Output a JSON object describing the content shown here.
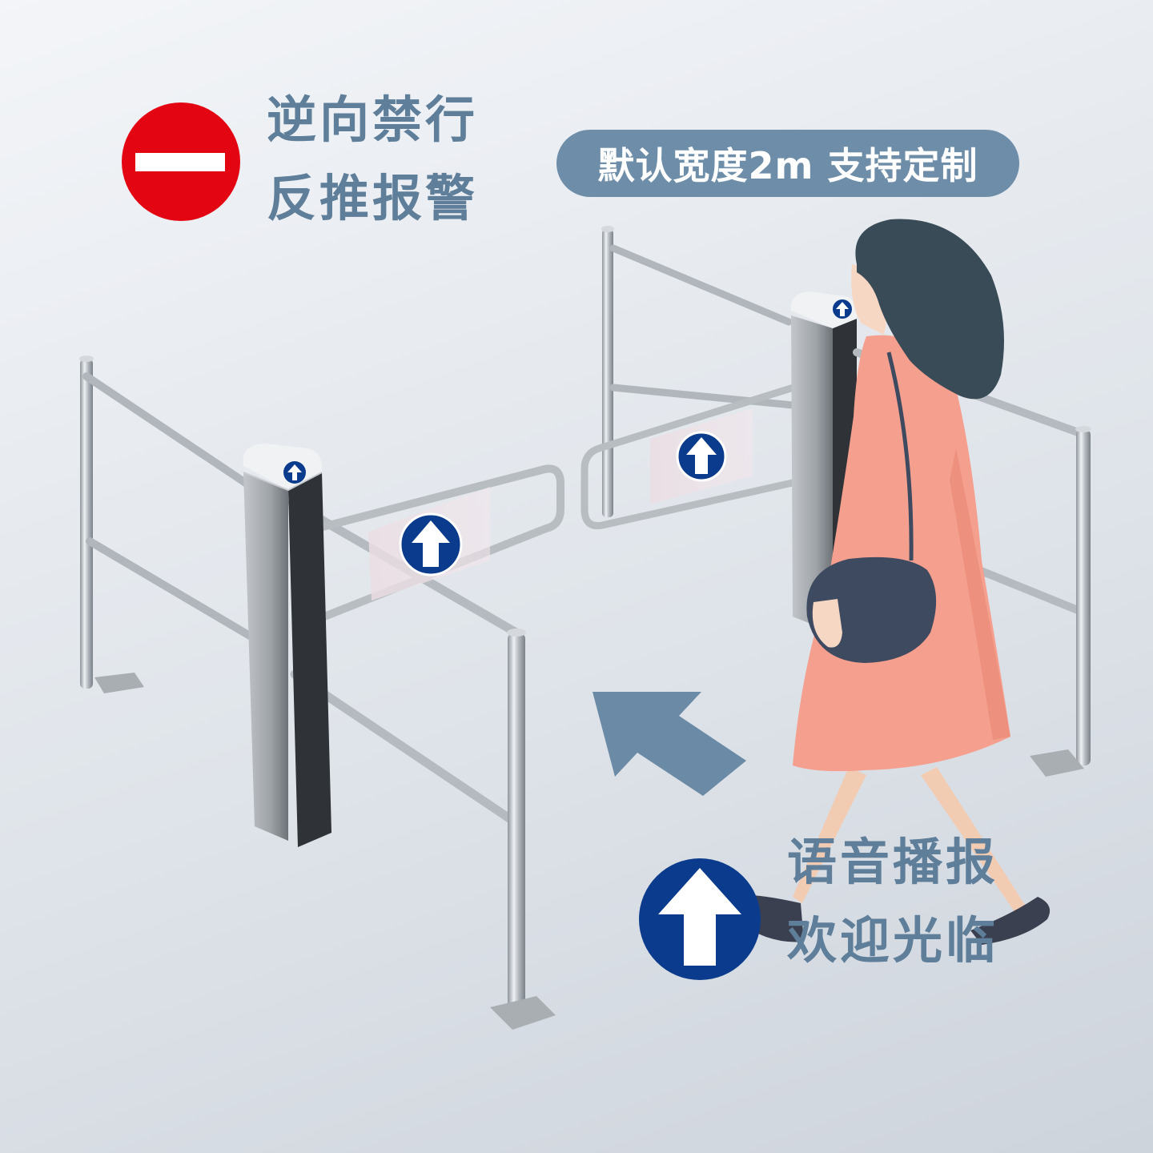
{
  "colors": {
    "background": "#dfe4ea",
    "text_accent": "#5f7e99",
    "pill_background": "#6e8da8",
    "no_entry_red": "#e30612",
    "sign_blue": "#0b3b8c",
    "big_arrow": "#6b8aa5",
    "coat": "#f59f8e",
    "hair": "#3a4b58",
    "bag": "#3d4a60",
    "steel": "#b9bec4"
  },
  "icons": {
    "no_entry": "no-entry-icon",
    "up_arrow": "up-arrow-icon",
    "direction_arrow": "diagonal-arrow-icon"
  },
  "top_left": {
    "line1": "逆向禁行",
    "line2": "反推报警"
  },
  "badge": {
    "text": "默认宽度2m 支持定制"
  },
  "bottom_right": {
    "line1": "语音播报",
    "line2": "欢迎光临"
  }
}
